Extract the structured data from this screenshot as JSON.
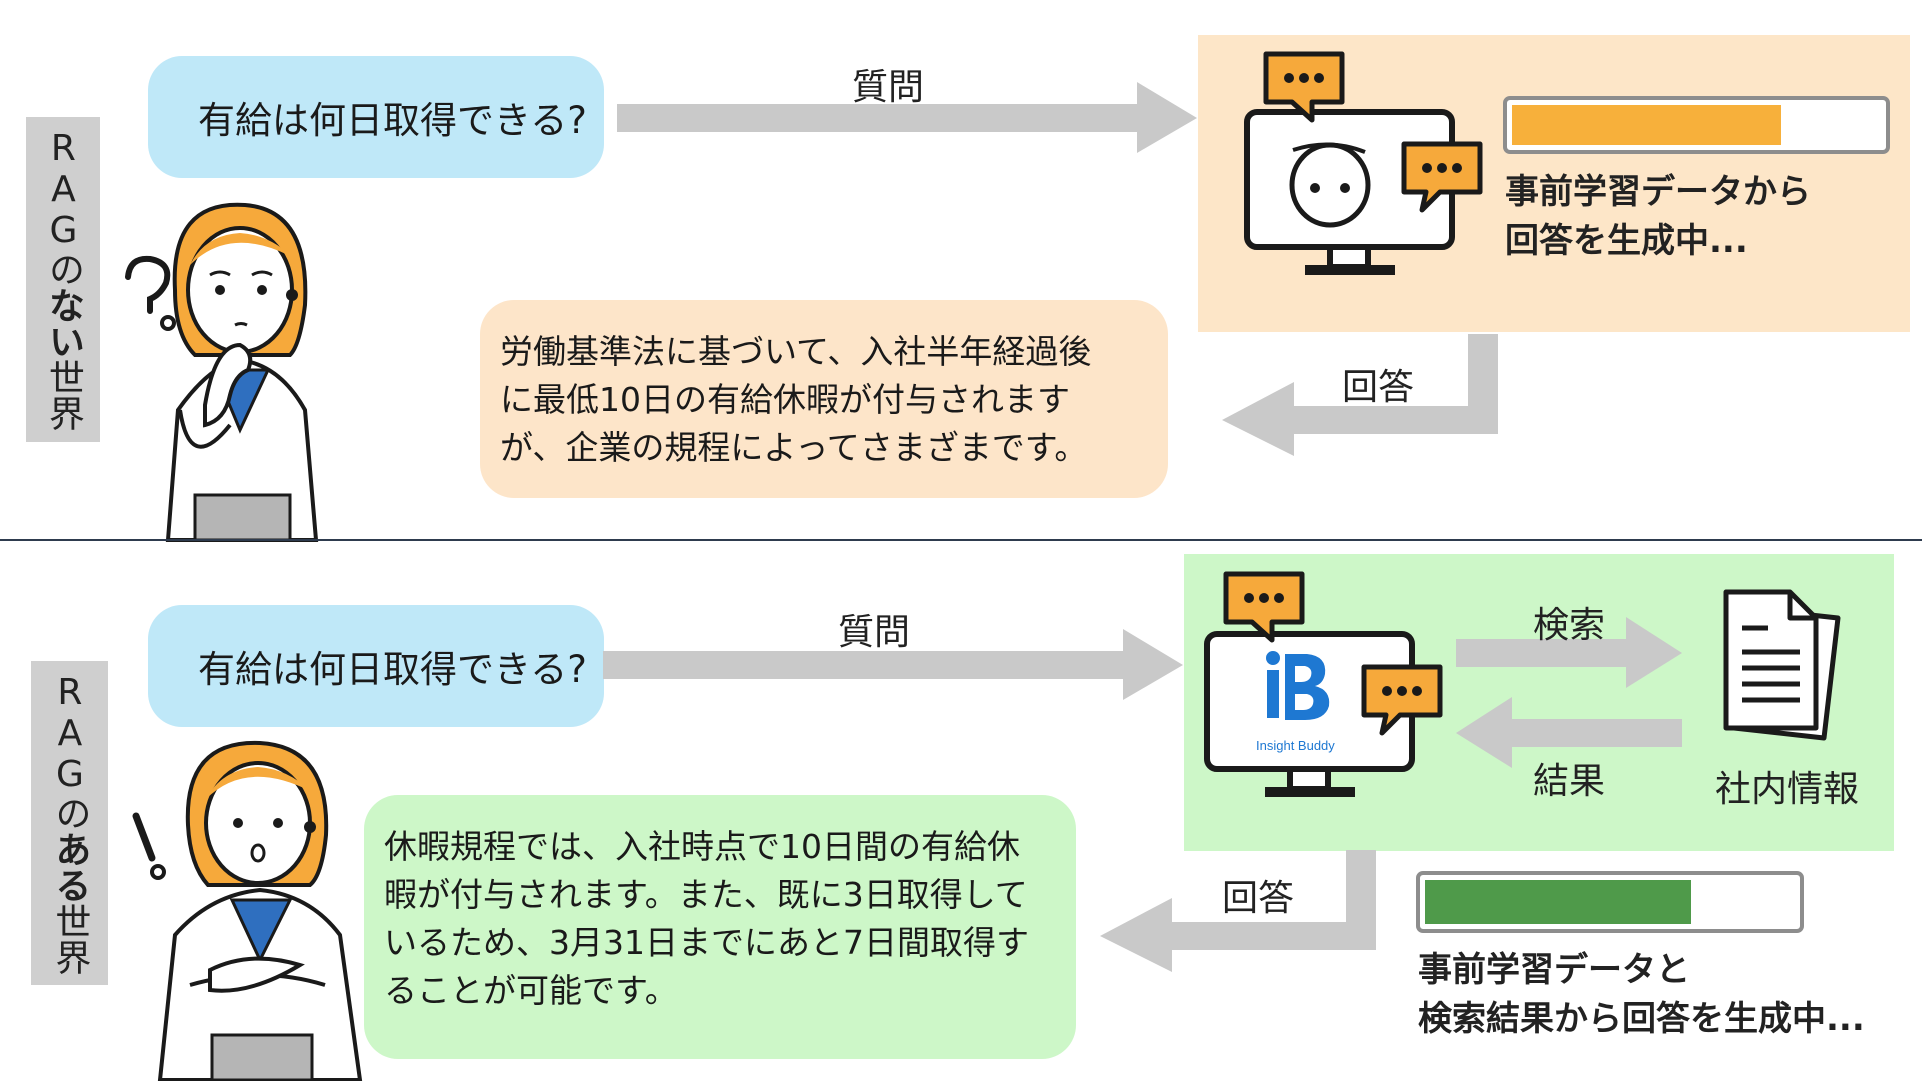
{
  "colors": {
    "question_bubble": "#bfe8f8",
    "answer_bubble_without": "#fde5c9",
    "answer_bubble_with": "#cdf7c8",
    "panel_without": "#fde6c8",
    "panel_with": "#cdf7c8",
    "progress_orange": "#f7b03b",
    "progress_green": "#4f9a4a",
    "arrow_gray": "#c9c9c9",
    "side_label_bg": "#cfcfcf"
  },
  "top": {
    "side_label": {
      "prefix": "RAGの",
      "emphasis": "ない",
      "suffix": "世界"
    },
    "question": "有給は何日取得できる?",
    "arrow_question_label": "質問",
    "arrow_answer_label": "回答",
    "answer_lines": [
      "労働基準法に基づいて、入社半年経過後",
      "に最低10日の有給休暇が付与されます",
      "が、企業の規程によってさまざまです。"
    ],
    "progress_fraction": 0.73,
    "status_lines": [
      "事前学習データから",
      "回答を生成中..."
    ],
    "icons": [
      "confused-person-icon",
      "question-mark-icon",
      "monitor-face-icon",
      "chat-bubble-icon"
    ]
  },
  "bottom": {
    "side_label": {
      "prefix": "RAGの",
      "emphasis": "ある",
      "suffix": "世界"
    },
    "question": "有給は何日取得できる?",
    "arrow_question_label": "質問",
    "arrow_search_label": "検索",
    "arrow_result_label": "結果",
    "arrow_answer_label": "回答",
    "documents_label": "社内情報",
    "logo_text": "Insight Buddy",
    "logo_letters": "iB",
    "answer_lines": [
      "休暇規程では、入社時点で10日間の有給休",
      "暇が付与されます。また、既に3日取得して",
      "いるため、3月31日までにあと7日間取得す",
      "ることが可能です。"
    ],
    "progress_fraction": 0.72,
    "status_lines": [
      "事前学習データと",
      "検索結果から回答を生成中..."
    ],
    "icons": [
      "surprised-person-icon",
      "exclamation-icon",
      "monitor-logo-icon",
      "chat-bubble-icon",
      "documents-icon"
    ]
  }
}
